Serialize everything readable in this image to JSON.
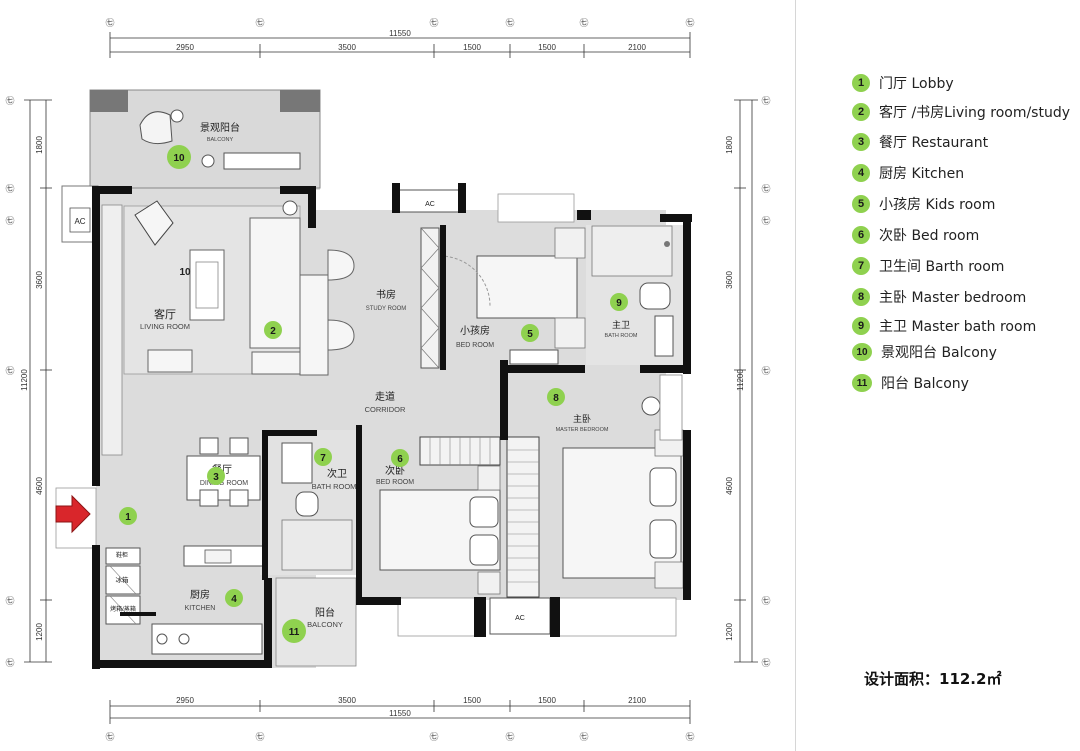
{
  "dimensions": {
    "top_total": "11550",
    "bottom_total": "11550",
    "segments": [
      "2950",
      "3500",
      "1500",
      "1500",
      "2100"
    ],
    "left_total": "11200",
    "left_segments": [
      "1800",
      "3600",
      "4600",
      "1200"
    ],
    "right_total": "11200",
    "right_segments": [
      "1800",
      "3600",
      "4600",
      "1200"
    ],
    "grid_marker": "㊆"
  },
  "rooms": {
    "balcony_view": {
      "cn": "景观阳台",
      "en": "BALCONY",
      "badge": "10"
    },
    "living": {
      "cn": "客厅",
      "en": "LIVING ROOM",
      "badge": "2",
      "extra_badge": "10"
    },
    "study": {
      "cn": "书房",
      "en": "STUDY ROOM"
    },
    "kids": {
      "cn": "小孩房",
      "en": "BED ROOM",
      "badge": "5"
    },
    "master_bath": {
      "cn": "主卫",
      "en": "BATH ROOM",
      "badge": "9"
    },
    "corridor": {
      "cn": "走道",
      "en": "CORRIDOR"
    },
    "master": {
      "cn": "主卧",
      "en": "MASTER BEDROOM",
      "badge": "8"
    },
    "dining": {
      "cn": "餐厅",
      "en": "DINING ROOM",
      "badge": "3"
    },
    "bath2": {
      "cn": "次卫",
      "en": "BATH ROOM",
      "badge": "7"
    },
    "bed2": {
      "cn": "次卧",
      "en": "BED ROOM",
      "badge": "6"
    },
    "lobby": {
      "badge": "1"
    },
    "kitchen": {
      "cn": "厨房",
      "en": "KITCHEN",
      "badge": "4"
    },
    "balcony": {
      "cn": "阳台",
      "en": "BALCONY",
      "badge": "11"
    },
    "shoe_cabinet": "鞋柜",
    "fridge": "冰箱",
    "appliance": "烤箱/蒸箱",
    "ac": "AC"
  },
  "legend": [
    {
      "num": "1",
      "label": "门厅 Lobby"
    },
    {
      "num": "2",
      "label": "客厅 /书房Living room/study"
    },
    {
      "num": "3",
      "label": "餐厅  Restaurant"
    },
    {
      "num": "4",
      "label": "厨房  Kitchen"
    },
    {
      "num": "5",
      "label": "小孩房 Kids room"
    },
    {
      "num": "6",
      "label": "次卧  Bed room"
    },
    {
      "num": "7",
      "label": "卫生间  Barth room"
    },
    {
      "num": "8",
      "label": "主卧 Master bedroom"
    },
    {
      "num": "9",
      "label": "主卫 Master bath room"
    },
    {
      "num": "10",
      "label": "景观阳台 Balcony"
    },
    {
      "num": "11",
      "label": "阳台 Balcony"
    }
  ],
  "area_label": "设计面积：112.2㎡",
  "colors": {
    "badge": "#8fd14f",
    "entry_arrow": "#d9262b",
    "wall": "#111111",
    "floor": "#dcdcdc"
  }
}
